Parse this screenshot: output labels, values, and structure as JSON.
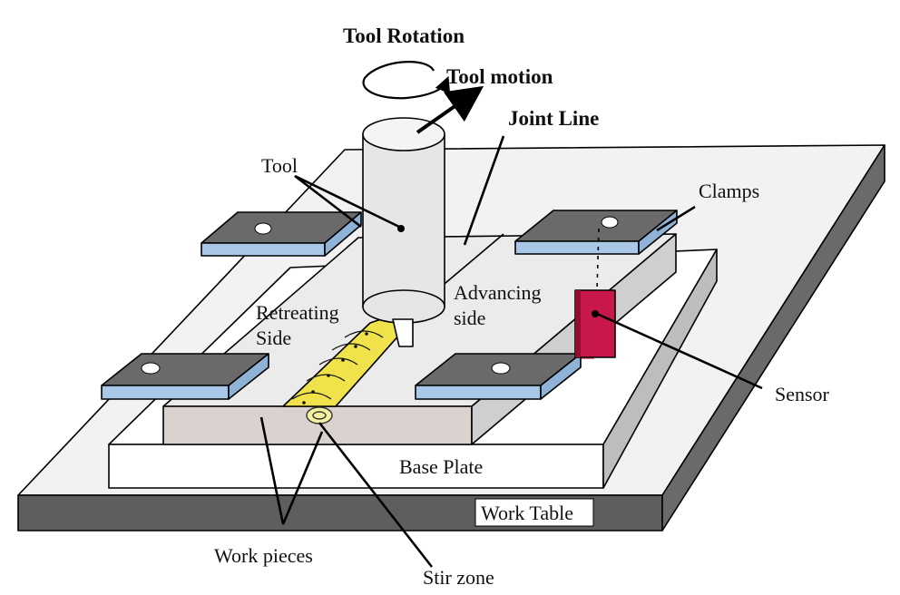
{
  "diagram": {
    "labels": {
      "tool_rotation": "Tool Rotation",
      "tool_motion": "Tool motion",
      "joint_line": "Joint Line",
      "tool": "Tool",
      "clamps": "Clamps",
      "advancing_side_1": "Advancing",
      "advancing_side_2": "side",
      "retreating_side_1": "Retreating",
      "retreating_side_2": "Side",
      "sensor": "Sensor",
      "base_plate": "Base Plate",
      "work_table": "Work Table",
      "work_pieces": "Work pieces",
      "stir_zone": "Stir zone"
    },
    "colors": {
      "table_top": "#f2f2f2",
      "table_side": "#5e5e5e",
      "base_plate": "#ffffff",
      "workpiece_top": "#ebebeb",
      "workpiece_side": "#d9d2cf",
      "clamp_top": "#6a6a6a",
      "clamp_side": "#a9c8e8",
      "tool_body": "#e6e6e6",
      "stir_zone": "#f0e24a",
      "sensor": "#c8174a"
    },
    "icons": {
      "rotation": "circular-arrow-icon",
      "motion": "arrow-icon"
    }
  }
}
